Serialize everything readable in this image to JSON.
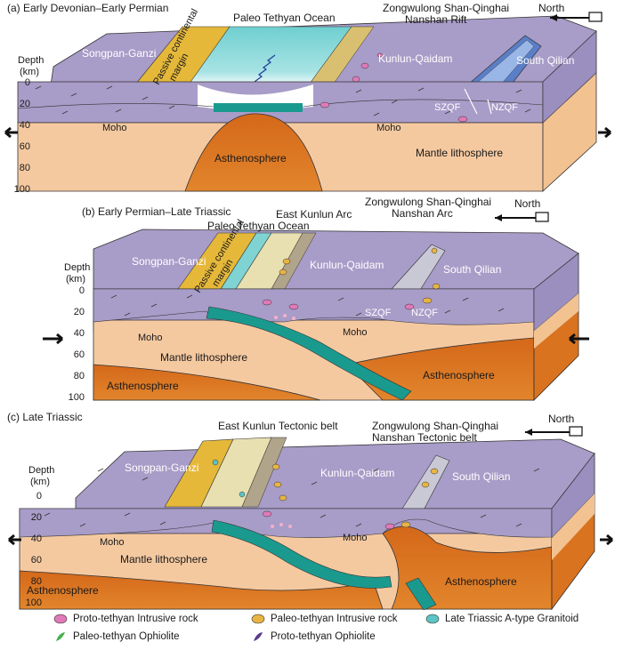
{
  "panels": [
    {
      "title": "(a) Early Devonian–Early Permian",
      "ocean": "Paleo Tethyan Ocean",
      "rift_line1": "Zongwulong Shan-Qinghai",
      "rift_line2": "Nanshan Rift",
      "north": "North",
      "songpan": "Songpan-Ganzi",
      "margin_line1": "Passive continental",
      "margin_line2": "margin",
      "kunlun": "Kunlun-Qaidam",
      "qilian": "South Qilian",
      "szqf": "SZQF",
      "nzqf": "NZQF",
      "moho_left": "Moho",
      "moho_right": "Moho",
      "astheno": "Asthenosphere",
      "mantle": "Mantle lithosphere"
    },
    {
      "title": "(b) Early Permian–Late Triassic",
      "ocean": "Paleo Tethyan Ocean",
      "arc1": "East Kunlun Arc",
      "rift_line1": "Zongwulong Shan-Qinghai",
      "rift_line2": "Nanshan Arc",
      "north": "North",
      "songpan": "Songpan-Ganzi",
      "margin_line1": "Passive continental",
      "margin_line2": "margin",
      "kunlun": "Kunlun-Qaidam",
      "qilian": "South Qilian",
      "szqf": "SZQF",
      "nzqf": "NZQF",
      "moho_left": "Moho",
      "moho_right": "Moho",
      "mantle": "Mantle lithosphere",
      "astheno_left": "Asthenosphere",
      "astheno_right": "Asthenosphere"
    },
    {
      "title": "(c) Late Triassic",
      "belt1": "East Kunlun Tectonic belt",
      "rift_line1": "Zongwulong Shan-Qinghai",
      "rift_line2": "Nanshan Tectonic belt",
      "north": "North",
      "songpan": "Songpan-Ganzi",
      "kunlun": "Kunlun-Qaidam",
      "qilian": "South Qilian",
      "moho_left": "Moho",
      "moho_right": "Moho",
      "mantle": "Mantle lithosphere",
      "astheno_left": "Asthenosphere",
      "astheno_right": "Asthenosphere"
    }
  ],
  "depth_axis": {
    "label_line1": "Depth",
    "label_line2": "(km)",
    "ticks": [
      "0",
      "20",
      "40",
      "60",
      "80",
      "100"
    ]
  },
  "legend": [
    {
      "label": "Proto-tethyan Intrusive rock",
      "symbol": "proto-intrusive-icon",
      "color": "#e07ab8"
    },
    {
      "label": "Paleo-tethyan Intrusive rock",
      "symbol": "paleo-intrusive-icon",
      "color": "#e8b444"
    },
    {
      "label": "Late Triassic A-type Granitoid",
      "symbol": "a-type-granitoid-icon",
      "color": "#5cc4c4"
    },
    {
      "label": "Paleo-tethyan Ophiolite",
      "symbol": "paleo-ophiolite-icon",
      "color": "#44b04a"
    },
    {
      "label": "Proto-tethyan Ophiolite",
      "symbol": "proto-ophiolite-icon",
      "color": "#5b3a8c"
    }
  ],
  "colors": {
    "crust": "#a89cc8",
    "crust_top": "#a89cc8",
    "side": "#9a8fbf",
    "mantle_lith": "#f5c9a0",
    "asthenosphere": "#d9731f",
    "ocean": "#7fd3d3",
    "slab": "#1a9a8e",
    "margin": "#e5b83a",
    "rift": "#5a7fc8"
  }
}
